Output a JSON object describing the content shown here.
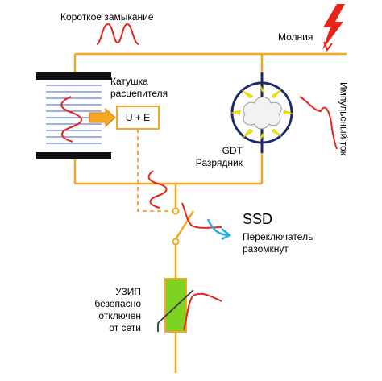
{
  "labels": {
    "short_circuit": "Короткое замыкание",
    "lightning": "Молния",
    "coil_line1": "Катушка",
    "coil_line2": "расцепителя",
    "ue_box": "U + E",
    "impulse_current": "Импульсный ток",
    "gdt_line1": "GDT",
    "gdt_line2": "Разрядник",
    "ssd": "SSD",
    "switch_line1": "Переключатель",
    "switch_line2": "разомкнут",
    "uzip_line1": "УЗИП",
    "uzip_line2": "безопасно",
    "uzip_line3": "отключен",
    "uzip_line4": "от сети"
  },
  "colors": {
    "wire": "#f5a623",
    "waveform": "#e8231a",
    "lightning_bolt": "#e8231a",
    "coil_plate": "#111111",
    "coil_winding": "#3a5fcd",
    "gdt_ring": "#1a2a6c",
    "spark": "#f2e200",
    "arrow_cyan": "#29abe2",
    "varistor_fill": "#7ed321",
    "varistor_border": "#f5a623",
    "varistor_line": "#3a3a3a"
  },
  "icons": [
    "lightning-bolt-icon",
    "gdt-discharge-icon",
    "coil-icon",
    "switch-icon",
    "varistor-icon"
  ]
}
